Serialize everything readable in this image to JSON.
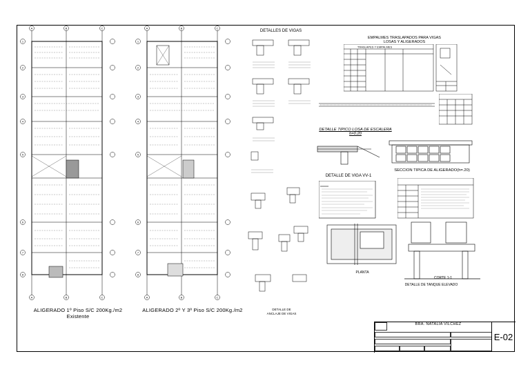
{
  "plans": {
    "left_title_line1": "ALIGERADO 1º Piso S/C 200Kg./m2",
    "left_title_line2": "Existente",
    "right_title": "ALIGERADO 2º Y 3º Piso S/C 200Kg./m2",
    "axis_letters": [
      "A",
      "B",
      "C"
    ],
    "axis_numbers": [
      "1",
      "2",
      "3",
      "4",
      "5",
      "6",
      "7",
      "8"
    ]
  },
  "details": {
    "vigas_title": "DETALLES DE VIGAS",
    "empalmes_title_line1": "EMPALMES TRASLAPADOS PARA VIGAS",
    "empalmes_title_line2": "LOSAS Y ALIGERADOS",
    "traslapes_header": "TRASLAPES Y EMPALMES",
    "escalera_title": "DETALLE TIPICO LOSA DE ESCALERA h=0.20",
    "aligerado_section": "SECCION TIPICA DE ALIGERADO(h=.20)",
    "viga_detail": "DETALLE DE VIGA VV-1",
    "planta": "PLANTA",
    "corte": "CORTE 1-1",
    "tanque": "DETALLE DE TANQUE ELEVADO",
    "anclaje_line1": "DETALLE DE",
    "anclaje_line2": "ANCLAJE DE VIGAS"
  },
  "title_block": {
    "student_name": "BRA. NATALIA VILCHEZ",
    "sheet_number": "E-02"
  }
}
